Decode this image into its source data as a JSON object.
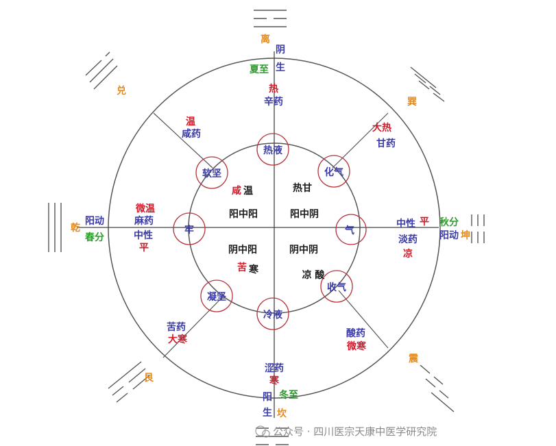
{
  "colors": {
    "blue": "#3a3aa8",
    "red": "#d11a2a",
    "green": "#2e9a2e",
    "orange": "#e58a1f",
    "line": "#555555"
  },
  "trigrams": {
    "li": "离",
    "kan": "坎",
    "qian": "乾",
    "kun": "坤",
    "dui": "兑",
    "xun": "巽",
    "gen": "艮",
    "zhen": "震"
  },
  "top": {
    "yin": "阴",
    "sheng": "生",
    "solar_term": "夏至",
    "re": "热",
    "medicine": "辛药"
  },
  "bottom": {
    "medicine": "涩药",
    "han": "寒",
    "yang": "阳",
    "sheng": "生",
    "solar_term": "冬至"
  },
  "left": {
    "a": "微温",
    "b": "麻药",
    "c": "中性",
    "d": "平",
    "e": "阳动",
    "f": "春分"
  },
  "right": {
    "a": "中性",
    "b": "平",
    "c": "淡药",
    "d": "凉",
    "e": "秋分",
    "f": "阳动"
  },
  "upper_left": {
    "a": "温",
    "b": "咸药"
  },
  "upper_right": {
    "a": "大热",
    "b": "甘药"
  },
  "lower_left": {
    "a": "苦药",
    "b": "大寒"
  },
  "lower_right": {
    "a": "酸药",
    "b": "微寒"
  },
  "nodes": {
    "top": "热液",
    "upper_left": "软坚",
    "upper_right": "化气",
    "left": "牢",
    "right": "气",
    "lower_left": "凝坚",
    "bottom": "冷液",
    "lower_right": "收气"
  },
  "inner": {
    "ul_salty": "咸",
    "ul_warm": "温",
    "ul_quadrant": "阳中阳",
    "ur_hotsweet": "热甘",
    "ur_quadrant": "阳中阴",
    "ll_quadrant": "阴中阳",
    "ll_bitter": "苦",
    "ll_cold": "寒",
    "lr_quadrant": "阴中阴",
    "lr_coolsour": "凉 酸"
  },
  "watermark": "公众号 · 四川医宗天康中医学研究院"
}
